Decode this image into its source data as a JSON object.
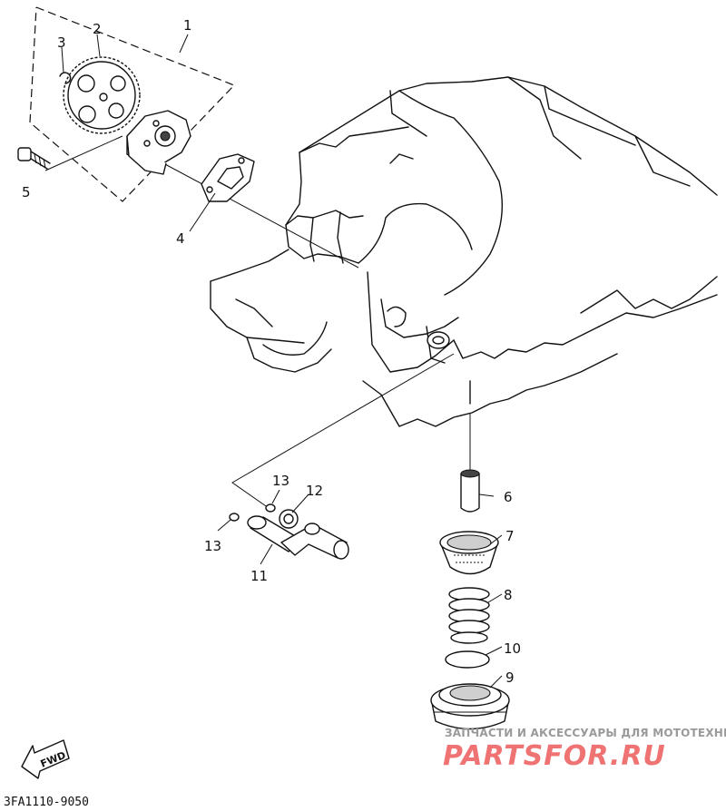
{
  "diagram": {
    "callouts": {
      "c1": "1",
      "c2": "2",
      "c3": "3",
      "c4": "4",
      "c5": "5",
      "c6": "6",
      "c7": "7",
      "c8": "8",
      "c9": "9",
      "c10": "10",
      "c11": "11",
      "c12": "12",
      "c13a": "13",
      "c13b": "13"
    },
    "direction_label": "FWD",
    "diagram_code": "3FA1110-9050"
  },
  "watermark": {
    "tagline": "ЗАПЧАСТИ И АКСЕССУАРЫ ДЛЯ МОТОТЕХНИКИ",
    "brand": "PARTSFOR.RU",
    "brand_color": "#f07373"
  }
}
